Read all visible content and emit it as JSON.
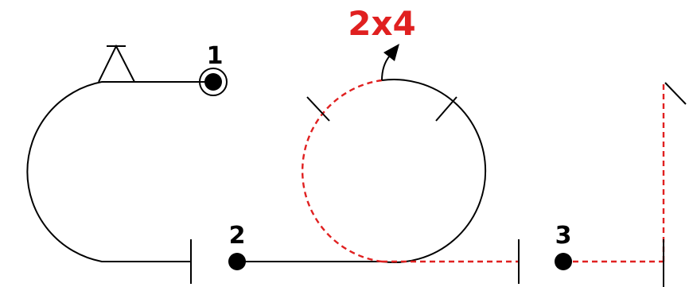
{
  "diagram": {
    "repeat_label": "2x4",
    "nodes": [
      {
        "label": "1",
        "marker": "filled-circle-with-ring"
      },
      {
        "label": "2",
        "marker": "filled-circle"
      },
      {
        "label": "3",
        "marker": "filled-circle"
      }
    ]
  },
  "colors": {
    "stroke": "#000000",
    "highlight": "#e02020",
    "background": "#ffffff"
  }
}
